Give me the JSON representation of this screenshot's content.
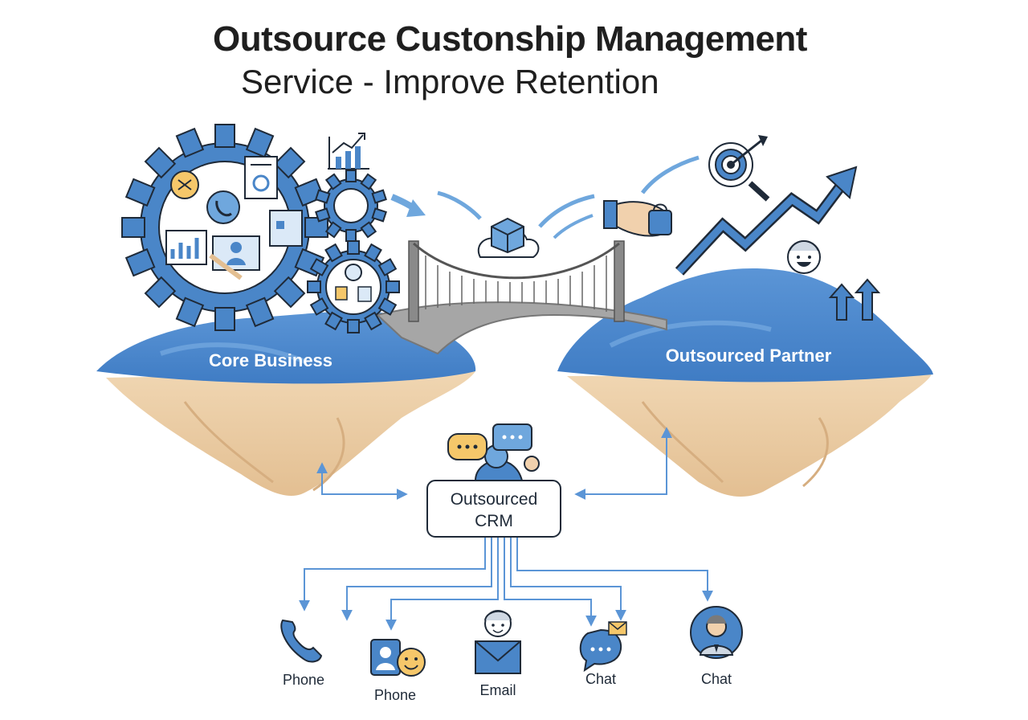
{
  "title": {
    "line1": "Outsource Custonship Management",
    "line2": "Service - Improve Retention"
  },
  "islands": {
    "left": "Core Business",
    "right": "Outsourced Partner"
  },
  "hub": {
    "line1": "Outsourced",
    "line2": "CRM"
  },
  "channels": [
    {
      "label": "Phone",
      "icon": "phone-handset-icon"
    },
    {
      "label": "Phone",
      "icon": "video-agent-icon"
    },
    {
      "label": "Email",
      "icon": "email-person-icon"
    },
    {
      "label": "Chat",
      "icon": "chat-bubble-icon"
    },
    {
      "label": "Chat",
      "icon": "agent-avatar-icon"
    }
  ],
  "colors": {
    "blue": "#4a86c8",
    "light_blue": "#6fa7dd",
    "cliff": "#e8c8a0",
    "ink": "#1f2a38",
    "bridge": "#9a9a9a",
    "chat_yellow": "#f5c76a"
  }
}
